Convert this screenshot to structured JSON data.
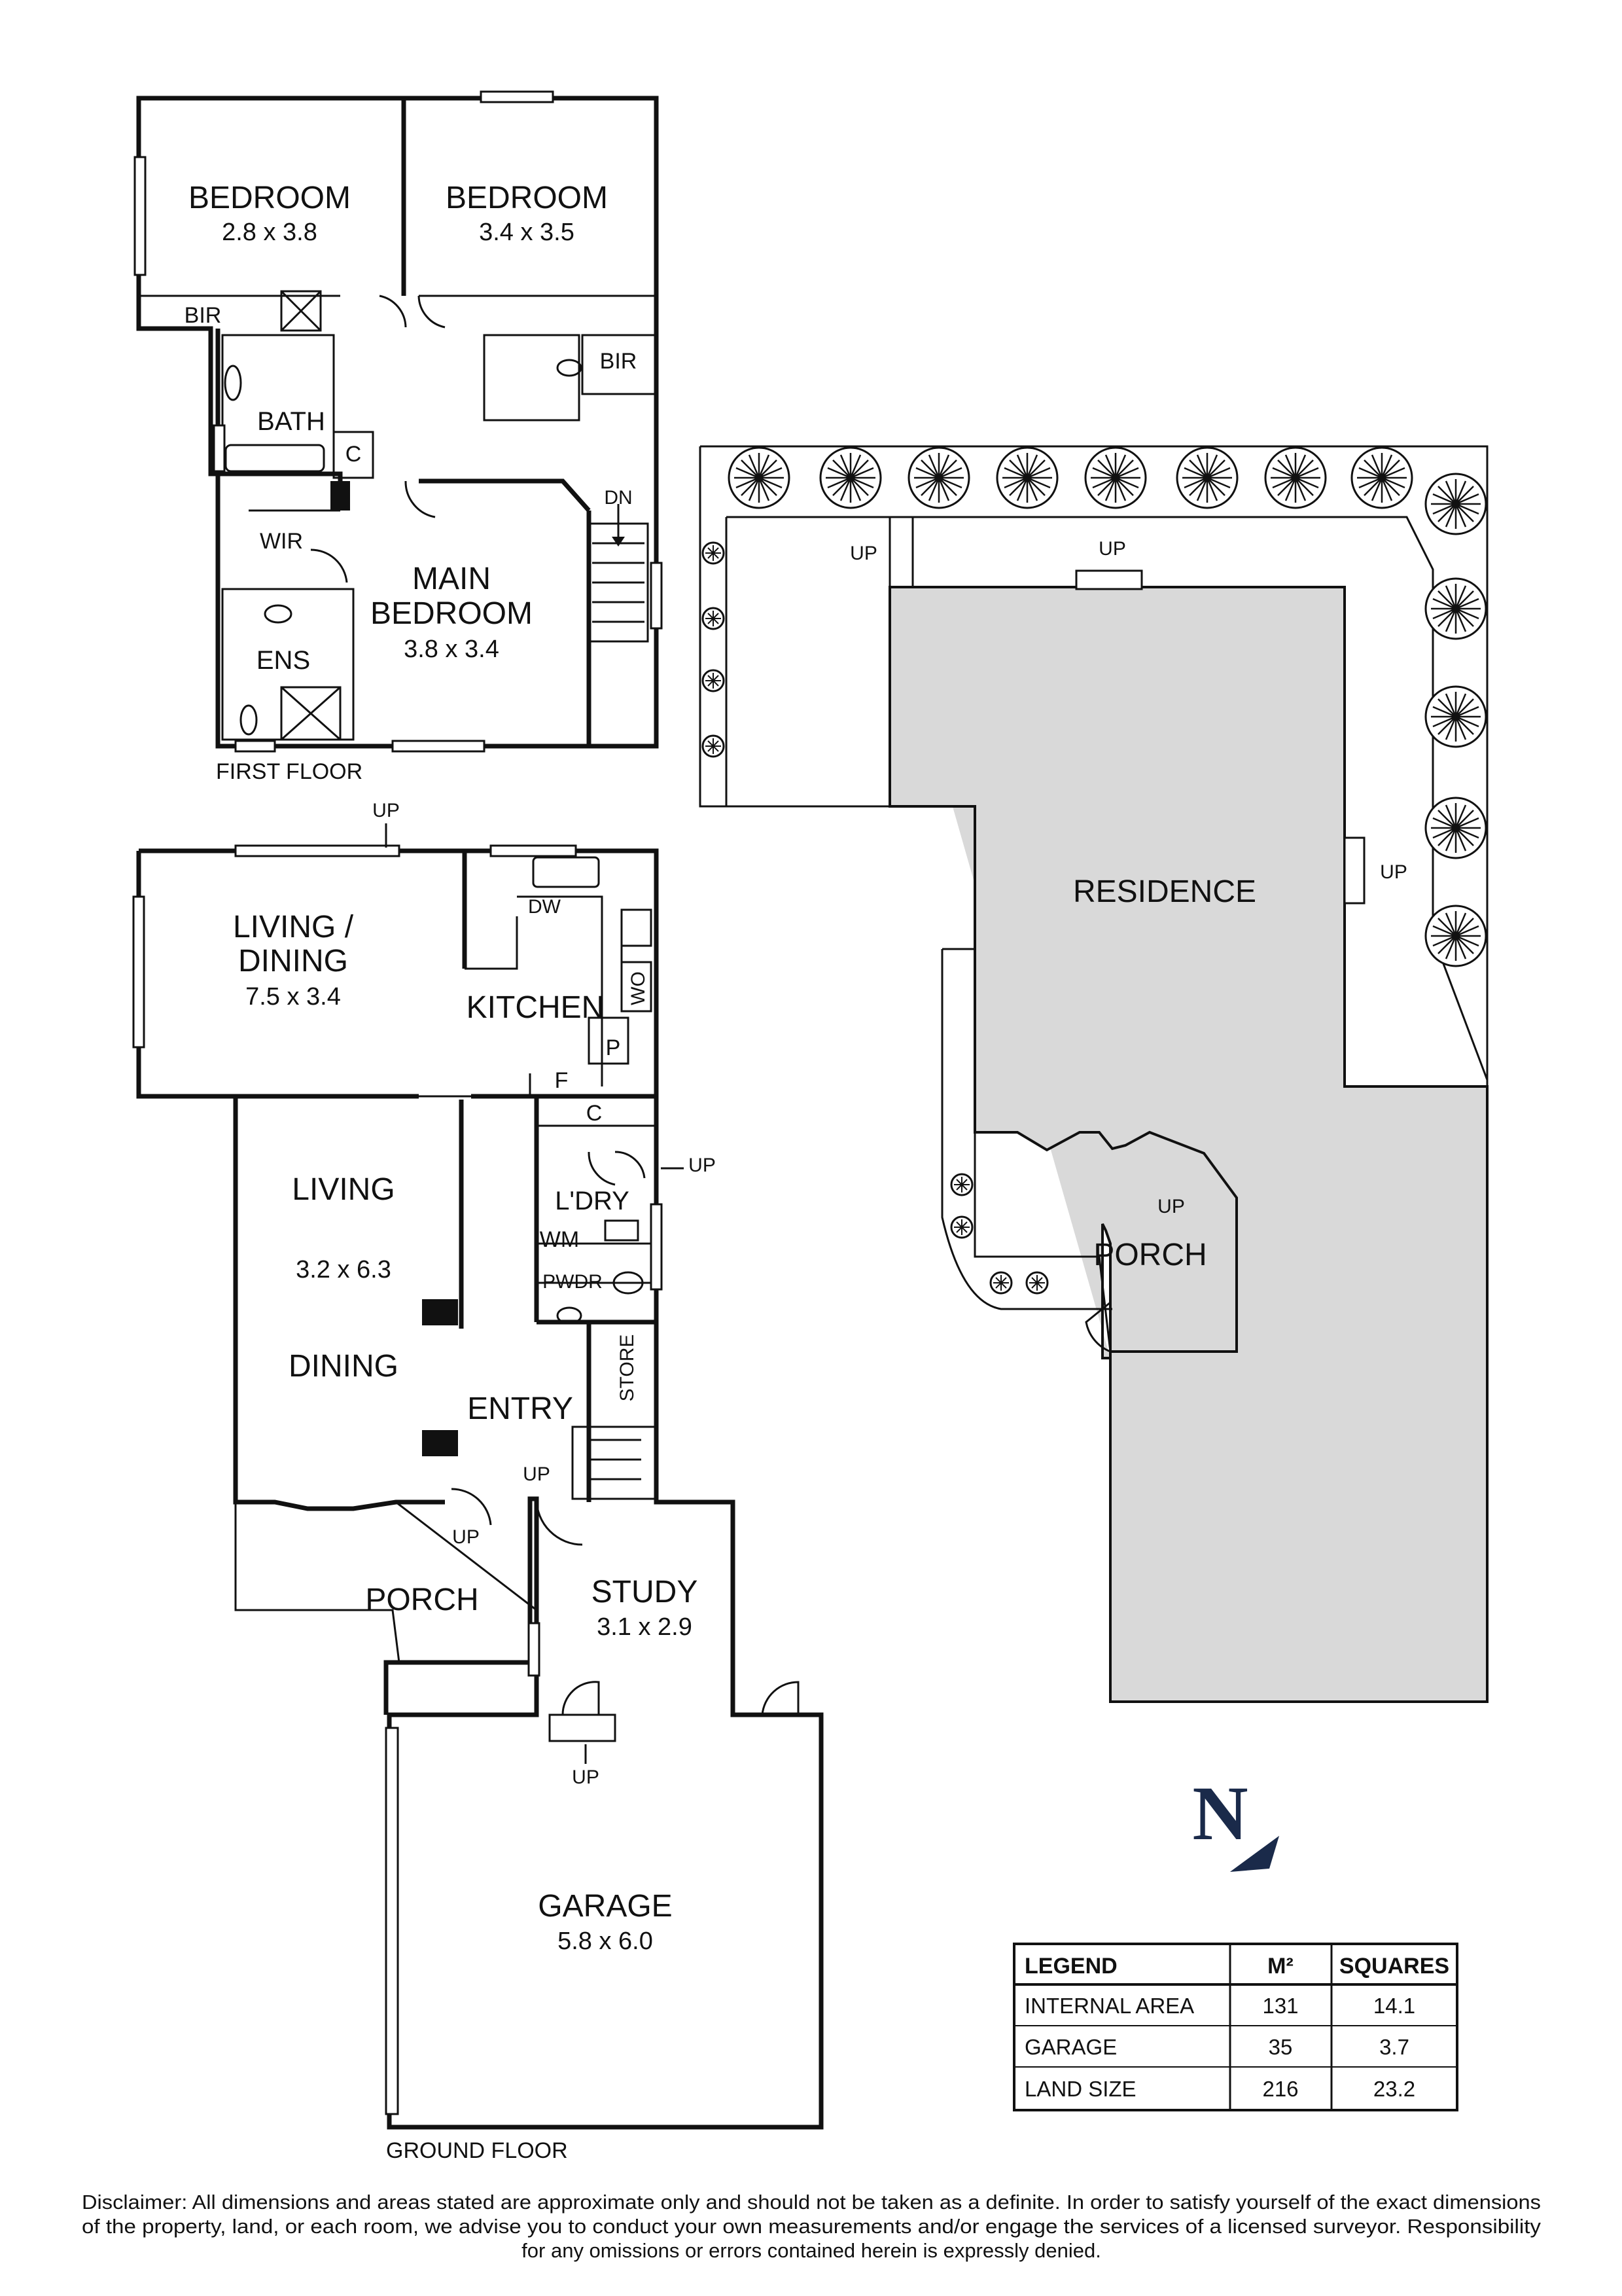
{
  "first_floor": {
    "title": "FIRST FLOOR",
    "rooms": {
      "bedroom_1": {
        "name": "BEDROOM",
        "dims": "2.8 x 3.8"
      },
      "bedroom_2": {
        "name": "BEDROOM",
        "dims": "3.4 x 3.5"
      },
      "main_bedroom": {
        "name_line1": "MAIN",
        "name_line2": "BEDROOM",
        "dims": "3.8 x 3.4"
      }
    },
    "labels": {
      "bir_1": "BIR",
      "bir_2": "BIR",
      "bath": "BATH",
      "cupboard": "C",
      "wir": "WIR",
      "ens": "ENS",
      "dn": "DN"
    }
  },
  "ground_floor": {
    "title": "GROUND FLOOR",
    "rooms": {
      "living_dining": {
        "name_line1": "LIVING /",
        "name_line2": "DINING",
        "dims": "7.5 x 3.4"
      },
      "kitchen": {
        "name": "KITCHEN"
      },
      "living": {
        "name": "LIVING",
        "dims": "3.2 x 6.3"
      },
      "dining": {
        "name": "DINING"
      },
      "entry": {
        "name": "ENTRY"
      },
      "porch": {
        "name": "PORCH"
      },
      "study": {
        "name": "STUDY",
        "dims": "3.1 x 2.9"
      },
      "garage": {
        "name": "GARAGE",
        "dims": "5.8 x 6.0"
      }
    },
    "labels": {
      "dw": "DW",
      "wo": "WO",
      "p": "P",
      "f": "F",
      "c": "C",
      "laundry": "L'DRY",
      "wm": "WM",
      "pwdr": "PWDR",
      "store": "STORE",
      "up": "UP"
    }
  },
  "site_plan": {
    "residence": "RESIDENCE",
    "porch": "PORCH",
    "up": "UP"
  },
  "compass": {
    "letter": "N"
  },
  "legend": {
    "headers": [
      "LEGEND",
      "M²",
      "SQUARES"
    ],
    "rows": [
      {
        "label": "INTERNAL AREA",
        "m2": "131",
        "squares": "14.1"
      },
      {
        "label": "GARAGE",
        "m2": "35",
        "squares": "3.7"
      },
      {
        "label": "LAND SIZE",
        "m2": "216",
        "squares": "23.2"
      }
    ]
  },
  "disclaimer": {
    "line1": "Disclaimer: All dimensions and areas stated are approximate only and should not be taken as a definite. In order to satisfy yourself of the exact dimensions",
    "line2": "of the property, land, or each room, we advise you to conduct your own measurements and/or engage the services of a licensed surveyor. Responsibility",
    "line3": "for any omissions or errors contained herein is expressly denied."
  },
  "colors": {
    "wall": "#111111",
    "site_fill": "#d9d9d9",
    "background": "#ffffff"
  }
}
